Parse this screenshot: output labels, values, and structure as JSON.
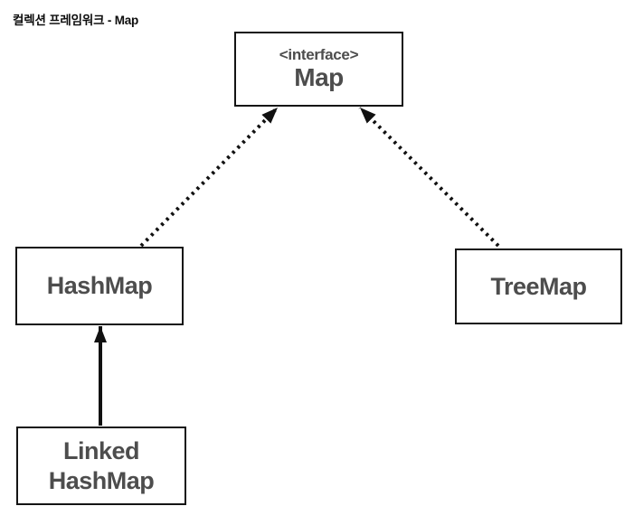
{
  "page": {
    "title": "컬렉션 프레임워크 - Map"
  },
  "diagram": {
    "nodes": [
      {
        "id": "map",
        "stereotype": "<interface>",
        "label": "Map"
      },
      {
        "id": "hashmap",
        "label": "HashMap"
      },
      {
        "id": "treemap",
        "label": "TreeMap"
      },
      {
        "id": "linkedhashmap",
        "label_line1": "Linked",
        "label_line2": "HashMap"
      }
    ],
    "edges": [
      {
        "from": "HashMap",
        "to": "Map",
        "line_style": "dotted-arrow"
      },
      {
        "from": "TreeMap",
        "to": "Map",
        "line_style": "dotted-arrow"
      },
      {
        "from": "LinkedHashMap",
        "to": "HashMap",
        "line_style": "solid-arrow"
      }
    ],
    "colors": {
      "background": "#ffffff",
      "box_border": "#141414",
      "box_text": "#4d4d4d",
      "title_text": "#0d0d0d",
      "arrow": "#111111"
    }
  }
}
